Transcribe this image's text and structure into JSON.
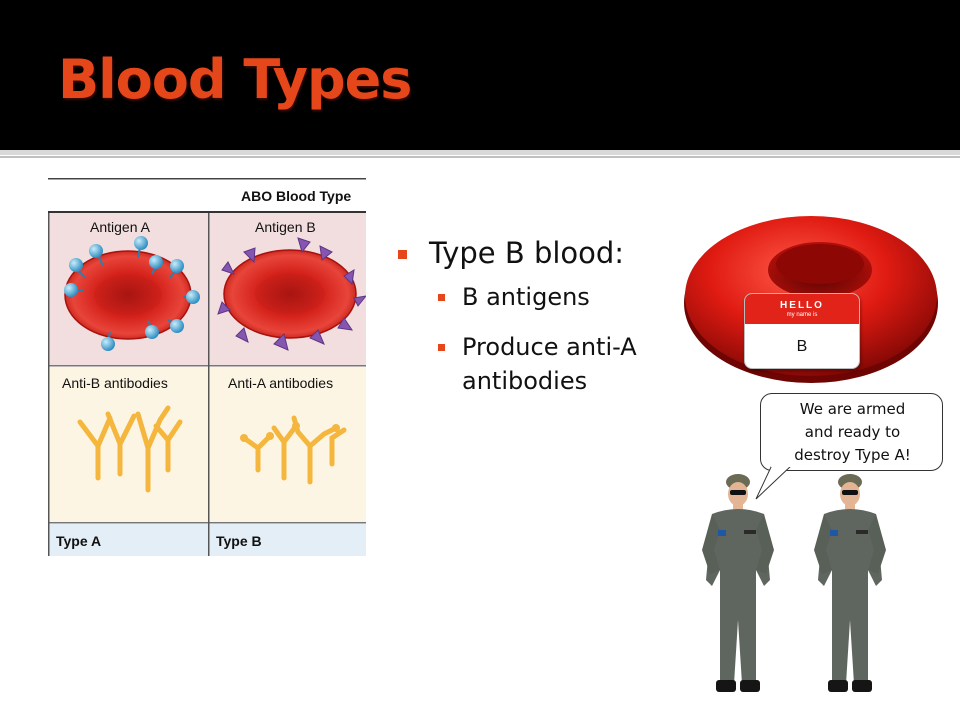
{
  "slide": {
    "title": "Blood Types"
  },
  "abo_figure": {
    "header": "ABO Blood Type",
    "antigen_a": "Antigen A",
    "antigen_b": "Antigen B",
    "antibody_b": "Anti-B antibodies",
    "antibody_a": "Anti-A antibodies",
    "type_a": "Type A",
    "type_b": "Type B"
  },
  "bullets": {
    "main": "Type B blood:",
    "sub": [
      "B antigens",
      "Produce anti-A",
      "antibodies"
    ]
  },
  "nametag": {
    "hello": "HELLO",
    "subtitle": "my name is",
    "name": "B"
  },
  "speech": {
    "lines": [
      "We are armed",
      "and ready to",
      "destroy Type A!"
    ]
  },
  "colors": {
    "title": "#e5471b",
    "bullet": "#e5471b",
    "header_bg": "#000000",
    "cell_bg": "#f2dede",
    "antibody_bg": "#fdf5e4",
    "type_row_bg": "#e4eef7",
    "antibody_color": "#f4b63c",
    "antigen_a_color": "#56b3dd",
    "antigen_b_color": "#8456b0",
    "rbc_red": "#e01b12"
  }
}
